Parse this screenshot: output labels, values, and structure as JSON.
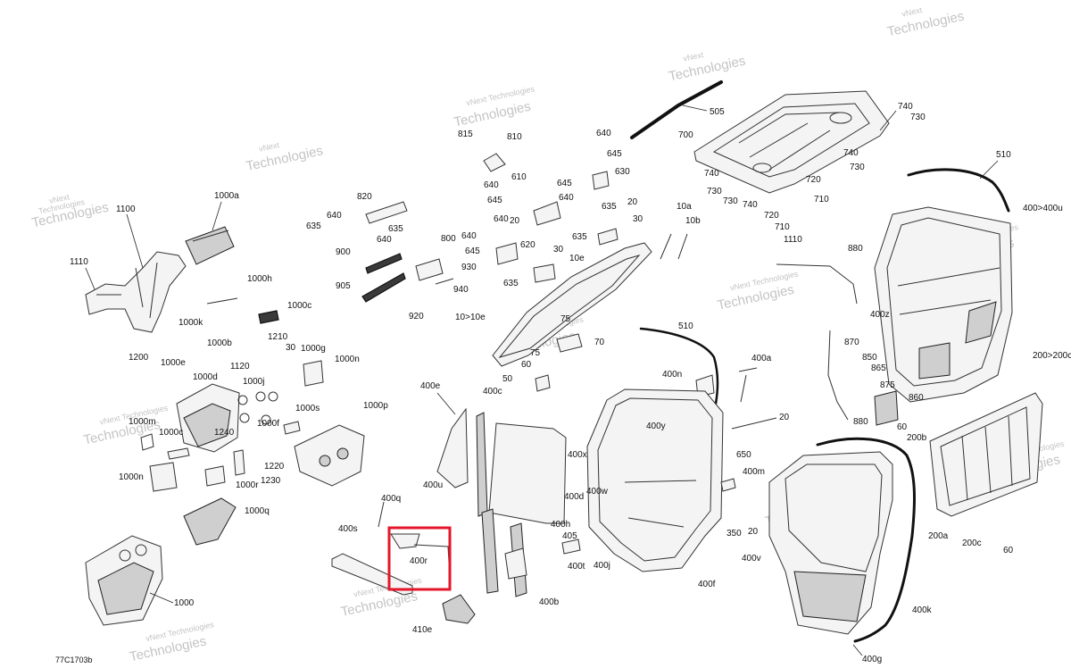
{
  "document_code": "77C1703b",
  "watermark": {
    "line1": "vNext",
    "line2": "Technologies",
    "line3": "vNext Technologies"
  },
  "highlight": {
    "color": "#e4162a",
    "part": "400r"
  },
  "labels": {
    "p815": "815",
    "p810": "810",
    "p640a": "640",
    "p645a": "645",
    "p630": "630",
    "p640b": "640",
    "p610": "610",
    "p645b": "645",
    "p645c": "645",
    "p635a": "635",
    "p20a": "20",
    "p30a": "30",
    "p640c": "640",
    "p20b": "20",
    "p635b": "635",
    "p645d": "645",
    "p620": "620",
    "p30b": "30",
    "p10e": "10e",
    "p635c": "635",
    "p505": "505",
    "p700": "700",
    "p740a": "740",
    "p730a": "730",
    "p740b": "740",
    "p730b": "730",
    "p720a": "720",
    "p710a": "710",
    "p740c": "740",
    "p730c": "730",
    "p730d": "730",
    "p740d": "740",
    "p720b": "720",
    "p710b": "710",
    "p510a": "510",
    "p400_400u": "400>400u",
    "p1100a": "1100",
    "p1000a": "1000a",
    "p1110a": "1110",
    "p1000h": "1000h",
    "p820": "820",
    "p640d": "640",
    "p635d": "635",
    "p635e": "635",
    "p640e": "640",
    "p900": "900",
    "p800": "800",
    "p930": "930",
    "p905": "905",
    "p940": "940",
    "p920": "920",
    "p1000c": "1000c",
    "p1000k": "1000k",
    "p1210": "1210",
    "p1000b": "1000b",
    "p30c": "30",
    "p1000g": "1000g",
    "p1200": "1200",
    "p1000e": "1000e",
    "p1120": "1120",
    "p1000n_a": "1000n",
    "p1000d": "1000d",
    "p1000j": "1000j",
    "p1000s": "1000s",
    "p1000f": "1000f",
    "p1000p": "1000p",
    "p1000m": "1000m",
    "p1000c2": "1000c",
    "p1240": "1240",
    "p1220": "1220",
    "p1230": "1230",
    "p1000n_b": "1000n",
    "p1000r": "1000r",
    "p1000q": "1000q",
    "p1000": "1000",
    "p10a": "10a",
    "p10b": "10b",
    "p1110b": "1110",
    "p880a": "880",
    "p10_10e": "10>10e",
    "p75a": "75",
    "p75b": "75",
    "p70": "70",
    "p60a": "60",
    "p50": "50",
    "p510b": "510",
    "p400n": "400n",
    "p400a": "400a",
    "p870": "870",
    "p850": "850",
    "p865": "865",
    "p875": "875",
    "p860": "860",
    "p880b": "880",
    "p60b": "60",
    "p200b": "200b",
    "p400z": "400z",
    "p200_200c": "200>200c",
    "p400e": "400e",
    "p400c": "400c",
    "p400y": "400y",
    "p20c": "20",
    "p650": "650",
    "p400x": "400x",
    "p400d": "400d",
    "p400w": "400w",
    "p400u": "400u",
    "p400m": "400m",
    "p400q": "400q",
    "p400s": "400s",
    "p400r": "400r",
    "p400h": "400h",
    "p405": "405",
    "p350": "350",
    "p20d": "20",
    "p400v": "400v",
    "p400j": "400j",
    "p400t": "400t",
    "p400b": "400b",
    "p400f": "400f",
    "p410e": "410e",
    "p200a": "200a",
    "p200c": "200c",
    "p60c": "60",
    "p400k": "400k",
    "p400g": "400g"
  }
}
